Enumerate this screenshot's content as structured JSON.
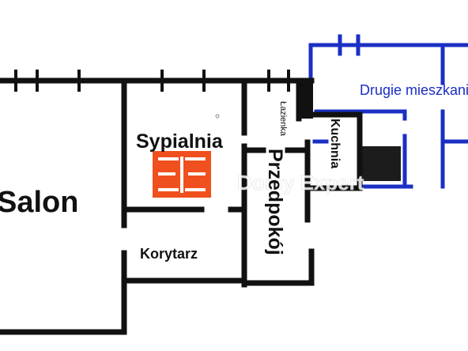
{
  "plan": {
    "rooms": [
      {
        "id": "salon",
        "label": "Salon"
      },
      {
        "id": "sypialnia",
        "label": "Sypialnia"
      },
      {
        "id": "lazienka",
        "label": "Łazienka"
      },
      {
        "id": "kuchnia",
        "label": "Kuchnia"
      },
      {
        "id": "przedpokoj",
        "label": "Przedpokój"
      },
      {
        "id": "korytarz",
        "label": "Korytarz"
      }
    ],
    "neighbour_label": "Drugie mieszkanie",
    "watermark_text": "Domy Expert"
  },
  "colors": {
    "wall": "#111111",
    "neighbour_wall": "#1a2fc4",
    "logo": "#f0501e",
    "background": "#ffffff"
  }
}
